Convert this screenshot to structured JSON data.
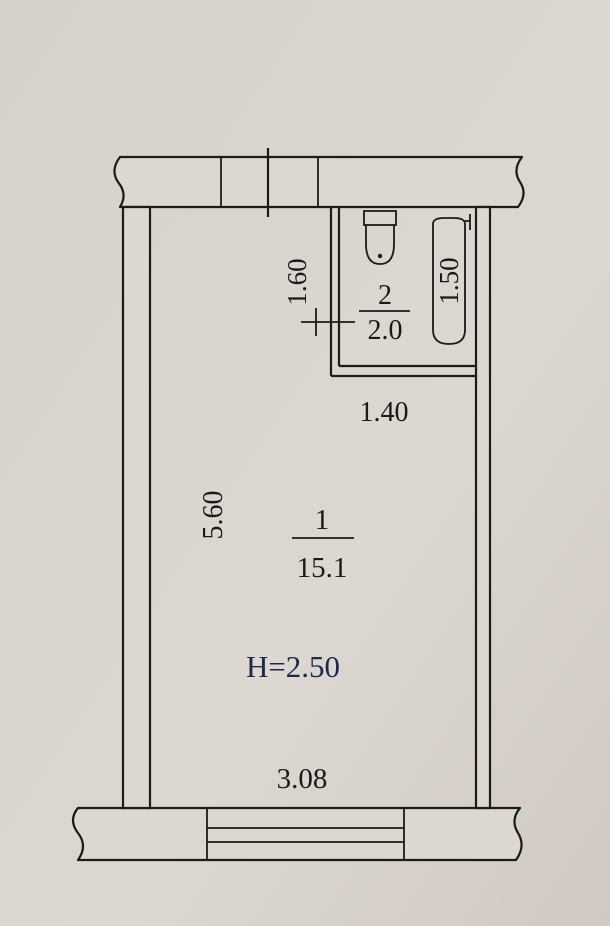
{
  "floor_plan": {
    "main_room": {
      "number": "1",
      "area": "15.1"
    },
    "bathroom": {
      "number": "2",
      "area": "2.0"
    },
    "dimensions": {
      "main_length": "5.60",
      "main_width": "3.08",
      "bath_length": "1.60",
      "bath_width": "1.40",
      "bath_fixture": "1.50"
    },
    "ceiling_height": "H=2.50"
  }
}
